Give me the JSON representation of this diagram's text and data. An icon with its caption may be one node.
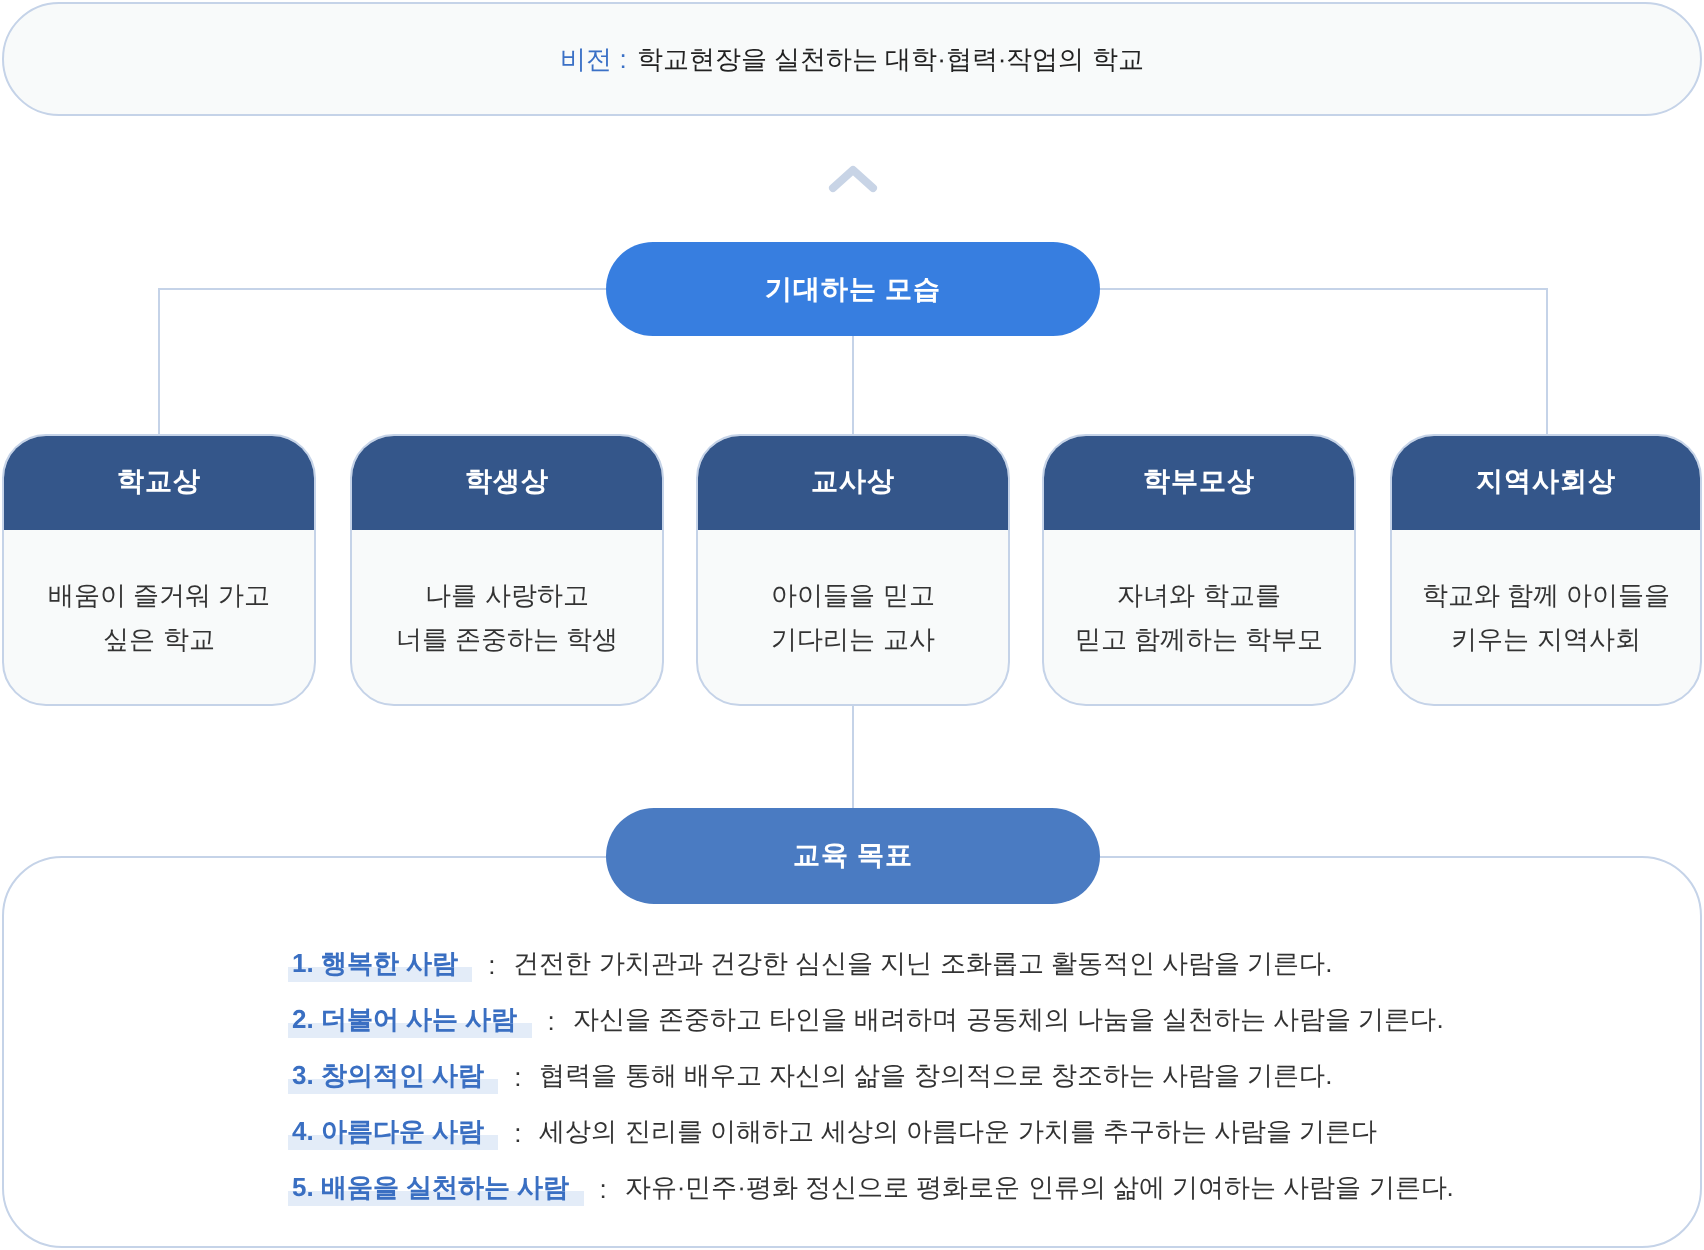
{
  "diagram": {
    "nodes": [
      {
        "text": [
          "비전 :",
          "학교현장을 실천하는 대학·협력·작업의 학교"
        ]
      },
      {
        "text": [
          "기대하는 모습"
        ]
      },
      {
        "text": [
          "학교상",
          "배움이 즐거워 가고 싶은 학교"
        ]
      },
      {
        "text": [
          "학생상",
          "나를 사랑하고 너를 존중하는 학생"
        ]
      },
      {
        "text": [
          "교사상",
          "아이들을 믿고 기다리는 교사"
        ]
      },
      {
        "text": [
          "학부모상",
          "자녀와 학교를 믿고 함께하는 학부모"
        ]
      },
      {
        "text": [
          "지역사회상",
          "학교와 함께 아이들을 키우는 지역사회"
        ]
      },
      {
        "text": [
          "교육 목표"
        ]
      },
      {
        "text": [
          "1. 행복한 사람",
          ":",
          "건전한 가치관과 건강한 심신을 지닌 조화롭고 활동적인 사람을 기른다.",
          "2. 더불어 사는 사람",
          ":",
          "자신을 존중하고 타인을 배려하며 공동체의 나눔을 실천하는 사람을 기른다.",
          "3. 창의적인 사람",
          ":",
          "협력을 통해 배우고 자신의 삶을 창의적으로 창조하는 사람을 기른다.",
          "4. 아름다운 사람",
          ":",
          "세상의 진리를 이해하고 세상의 아름다운 가치를 추구하는 사람을 기른다",
          "5. 배움을 실천하는 사람",
          ":",
          "자유·민주·평화 정신으로 평화로운 인류의 삶에 기여하는 사람을 기른다."
        ]
      }
    ],
    "edges": [
      {
        "from": 1,
        "to": 0,
        "arrow": "to",
        "style": "thick"
      },
      {
        "from": 1,
        "to": 2,
        "arrow": "none"
      },
      {
        "from": 1,
        "to": 4,
        "arrow": "none"
      },
      {
        "from": 1,
        "to": 6,
        "arrow": "none"
      },
      {
        "from": 4,
        "to": 7,
        "arrow": "none"
      }
    ]
  }
}
